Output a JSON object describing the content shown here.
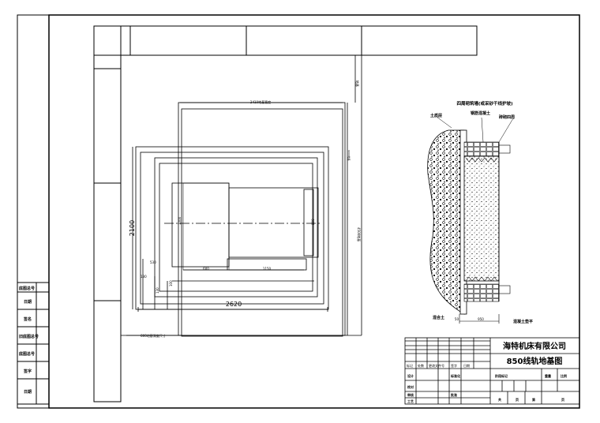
{
  "sidebar": {
    "labels": [
      "底图总号",
      "日期",
      "签名",
      "旧底图总号",
      "底图总号",
      "签字",
      "日期"
    ]
  },
  "plan": {
    "dim_2100": "2100",
    "dim_2620": "2620",
    "dim_2410": "2410地基宽度",
    "dim_600": "600",
    "dim_1150": "1150",
    "dim_530": "530",
    "dim_130": "130",
    "dim_130b": "130",
    "dim_100": "100",
    "dim_bottom": "800地基深度尺寸",
    "dim_side_small": "1000",
    "dim_side_small2": "800",
    "dim_right_v": "4500地基",
    "dim_top_right": "地基",
    "dim_right2": "9000地基"
  },
  "section": {
    "title": "四周砌筑墙(或采砂干线护坡)",
    "label_soil": "土质层",
    "label_concrete": "钢筋混凝土",
    "label_wall": "砖砌四周",
    "label_mix": "混合土",
    "label_base": "混凝土垫平",
    "dim_950": "950",
    "dim_50": "50"
  },
  "titleblock": {
    "company": "海特机床有限公司",
    "drawing_title": "850线轨地基图",
    "row_labels": [
      "标记",
      "处数",
      "更改文件号",
      "签字",
      "日期"
    ],
    "designer": "设计",
    "checker": "校对",
    "reviewer": "审核",
    "craft": "工艺",
    "std": "标准化",
    "approve": "批准",
    "stage": "阶段标记",
    "weight": "重量",
    "scale": "比例",
    "sheet1": "共",
    "sheet2": "页",
    "sheet3": "第",
    "sheet4": "页"
  }
}
